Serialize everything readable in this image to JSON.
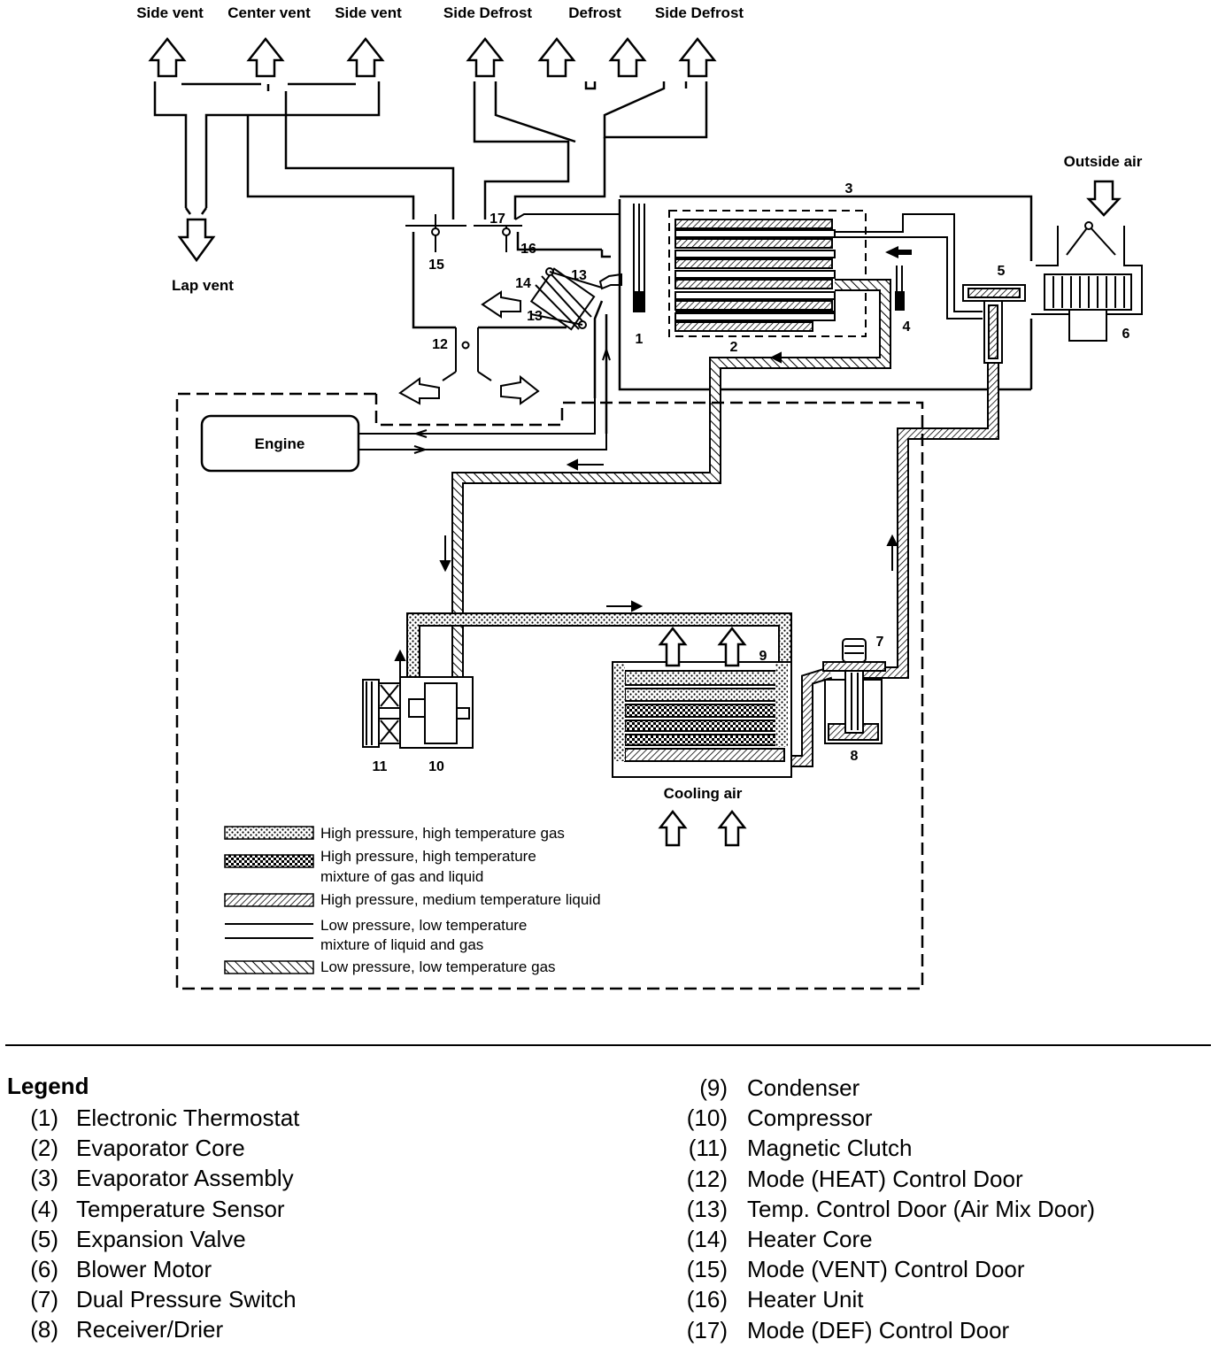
{
  "diagram": {
    "outlet_labels": {
      "side_vent_left": "Side vent",
      "center_vent": "Center vent",
      "side_vent_right": "Side vent",
      "side_defrost_left": "Side Defrost",
      "defrost": "Defrost",
      "side_defrost_right": "Side Defrost",
      "lap_vent": "Lap vent",
      "outside_air": "Outside air",
      "engine": "Engine",
      "cooling_air": "Cooling air"
    },
    "callouts": {
      "n1": "1",
      "n2": "2",
      "n3": "3",
      "n4": "4",
      "n5": "5",
      "n6": "6",
      "n7": "7",
      "n8": "8",
      "n9": "9",
      "n10": "10",
      "n11": "11",
      "n12": "12",
      "n13a": "13",
      "n13b": "13",
      "n14": "14",
      "n15": "15",
      "n16": "16",
      "n17": "17"
    },
    "pattern_legend": [
      {
        "pattern": "dots",
        "lines": [
          "High pressure, high temperature gas"
        ]
      },
      {
        "pattern": "checker",
        "lines": [
          "High pressure, high temperature",
          "mixture of gas and liquid"
        ]
      },
      {
        "pattern": "hatch-fine",
        "lines": [
          "High pressure, medium temperature liquid"
        ]
      },
      {
        "pattern": "double-line",
        "lines": [
          "Low pressure, low temperature",
          "mixture of liquid and gas"
        ]
      },
      {
        "pattern": "hatch-coarse",
        "lines": [
          "Low pressure, low temperature gas"
        ]
      }
    ]
  },
  "legend": {
    "title": "Legend",
    "items": [
      {
        "num": "(1)",
        "name": "Electronic Thermostat"
      },
      {
        "num": "(2)",
        "name": "Evaporator Core"
      },
      {
        "num": "(3)",
        "name": "Evaporator Assembly"
      },
      {
        "num": "(4)",
        "name": "Temperature Sensor"
      },
      {
        "num": "(5)",
        "name": "Expansion Valve"
      },
      {
        "num": "(6)",
        "name": "Blower Motor"
      },
      {
        "num": "(7)",
        "name": "Dual Pressure Switch"
      },
      {
        "num": "(8)",
        "name": "Receiver/Drier"
      },
      {
        "num": "(9)",
        "name": "Condenser"
      },
      {
        "num": "(10)",
        "name": "Compressor"
      },
      {
        "num": "(11)",
        "name": "Magnetic Clutch"
      },
      {
        "num": "(12)",
        "name": "Mode (HEAT) Control Door"
      },
      {
        "num": "(13)",
        "name": "Temp. Control Door (Air Mix Door)"
      },
      {
        "num": "(14)",
        "name": "Heater Core"
      },
      {
        "num": "(15)",
        "name": "Mode (VENT) Control Door"
      },
      {
        "num": "(16)",
        "name": "Heater Unit"
      },
      {
        "num": "(17)",
        "name": "Mode (DEF) Control Door"
      }
    ]
  }
}
